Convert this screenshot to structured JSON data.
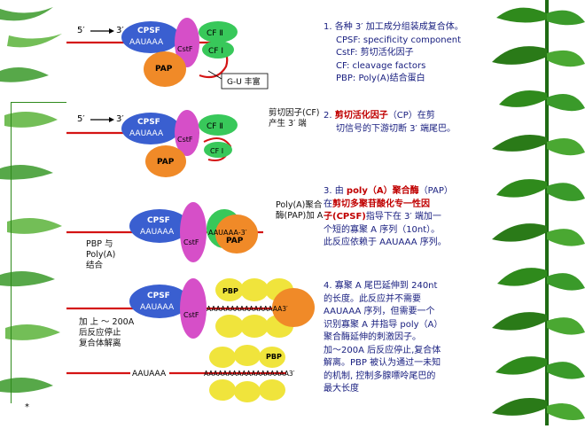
{
  "colors": {
    "rna_line": "#d41414",
    "cpsf_fill": "#3a5fd0",
    "cstf_fill": "#d64fc8",
    "cf_fill": "#38c85a",
    "pap_fill": "#f08a28",
    "pbp_fill": "#f0e43c",
    "leaf_green": "#2f8a1c",
    "text_blue": "#1a2080",
    "text_red": "#c00000"
  },
  "labels": {
    "five_prime": "5′",
    "three_prime": "3′",
    "cpsf": "CPSF",
    "aauaaa": "AAUAAA",
    "cstf": "CstF",
    "cf2": "CF Ⅱ",
    "cf1": "CF Ⅰ",
    "cf1_small": "CF Ⅰ",
    "pap": "PAP",
    "gu_rich": "G-U 丰富",
    "polyA_short": "AAUAAA-3′",
    "polyA_long": "AAAAAAAAAAAAAAAA3′",
    "pbp": "PBP",
    "bottom_aauaaa": "AAUAAA",
    "bottom_tail": "AAAAAAAAAAAAAAAAAA3′"
  },
  "side_notes": {
    "step2": "剪切因子(CF)\n产生 3′ 端",
    "step3": "Poly(A)聚合\n酶(PAP)加 A",
    "step3_pbp": "PBP 与\nPoly(A)\n结合",
    "step4": "加 上 ～ 200A\n后反应停止\n复合体解离"
  },
  "steps": {
    "s1_title": "1. 各种 3′ 加工成分组装成复合体。",
    "s1_l1": "CPSF: specificity component",
    "s1_l2": "CstF: 剪切活化因子",
    "s1_l3": "CF: cleavage factors",
    "s1_l4": "PBP: Poly(A)结合蛋白",
    "s2_a": "2. ",
    "s2_hl": "剪切活化因子",
    "s2_b": "（CP）在剪",
    "s2_l2": "切信号的下游切断 3′ 端尾巴。",
    "s3_a": "3. 由 ",
    "s3_hl1": "poly（A）聚合酶",
    "s3_b": "（PAP）",
    "s3_l2_a": "在",
    "s3_l2_hl": "剪切多聚苷酸化专一性因",
    "s3_l3_hl": "子(CPSF)",
    "s3_l3_b": "指导下在 3′ 端加一",
    "s3_l4": "个短的寡聚 A 序列（10nt）。",
    "s3_l5": "此反应依赖于 AAUAAA 序列。",
    "s4_l1": "4. 寡聚 A 尾巴延伸到 240nt",
    "s4_l2": "的长度。此反应并不需要",
    "s4_l3": "AAUAAA 序列，但需要一个",
    "s4_l4": "识别寡聚 A 并指导 poly（A）",
    "s4_l5": "聚合酶延伸的刺激因子。",
    "s4_l6": "加～200A 后反应停止,复合体",
    "s4_l7": "解离。PBP 被认为通过一未知",
    "s4_l8": "的机制, 控制多腺嘌呤尾巴的",
    "s4_l9": "最大长度"
  },
  "footer_mark": "*"
}
